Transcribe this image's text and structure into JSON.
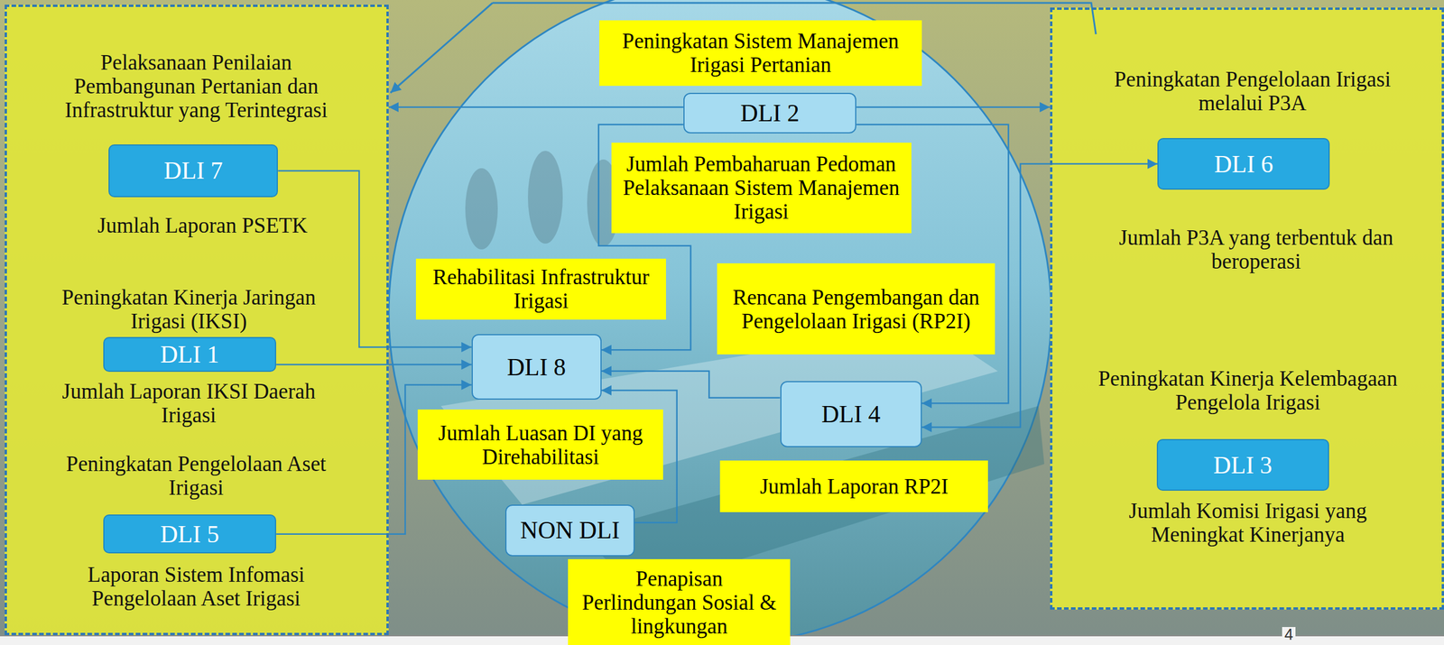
{
  "diagram": {
    "nodes": [
      {
        "text": [
          "Pelaksanaan Penilaian Pembangunan Pertanian dan Infrastruktur yang Terintegrasi",
          "Jumlah Laporan PSETK",
          "Peningkatan Kinerja Jaringan Irigasi (IKSI)",
          "Jumlah Laporan IKSI Daerah Irigasi",
          "Peningkatan Pengelolaan Aset Irigasi",
          "Laporan Sistem Infomasi Pengelolaan Aset Irigasi"
        ]
      },
      {
        "text": [
          "DLI 7"
        ],
        "in": 0
      },
      {
        "text": [
          "DLI 1"
        ],
        "in": 0
      },
      {
        "text": [
          "DLI 5"
        ],
        "in": 0
      },
      {
        "text": [
          "Peningkatan Sistem Manajemen Irigasi Pertanian"
        ]
      },
      {
        "text": [
          "DLI 2"
        ]
      },
      {
        "text": [
          "Jumlah Pembaharuan Pedoman Pelaksanaan Sistem Manajemen Irigasi"
        ]
      },
      {
        "text": [
          "Rehabilitasi Infrastruktur Irigasi"
        ]
      },
      {
        "text": [
          "Rencana Pengembangan dan Pengelolaan Irigasi (RP2I)"
        ]
      },
      {
        "text": [
          "DLI 8"
        ]
      },
      {
        "text": [
          "DLI 4"
        ]
      },
      {
        "text": [
          "Jumlah Luasan DI yang Direhabilitasi"
        ]
      },
      {
        "text": [
          "Jumlah Laporan RP2I"
        ]
      },
      {
        "text": [
          "NON DLI"
        ]
      },
      {
        "text": [
          "Penapisan Perlindungan Sosial & lingkungan"
        ]
      },
      {
        "text": [
          "Peningkatan Pengelolaan Irigasi melalui P3A",
          "Jumlah P3A yang terbentuk dan beroperasi",
          "Peningkatan Kinerja Kelembagaan Pengelola Irigasi",
          "Jumlah Komisi Irigasi yang Meningkat Kinerjanya"
        ]
      },
      {
        "text": [
          "DLI 6"
        ],
        "in": 15
      },
      {
        "text": [
          "DLI 3"
        ],
        "in": 15
      }
    ],
    "edges": [
      {
        "from": 5,
        "to": 0,
        "arrow": "to"
      },
      {
        "from": 5,
        "to": 15,
        "arrow": "to"
      },
      {
        "from": 5,
        "to": 9,
        "arrow": "to"
      },
      {
        "from": 5,
        "to": 10,
        "arrow": "to"
      },
      {
        "from": 1,
        "to": 9,
        "arrow": "to"
      },
      {
        "from": 2,
        "to": 9,
        "arrow": "to"
      },
      {
        "from": 3,
        "to": 9,
        "arrow": "to"
      },
      {
        "from": 10,
        "to": 9,
        "arrow": "to"
      },
      {
        "from": 13,
        "to": 9,
        "arrow": "to"
      },
      {
        "from": 16,
        "to": 10,
        "arrow": "both"
      }
    ],
    "labels": [
      "4"
    ]
  }
}
